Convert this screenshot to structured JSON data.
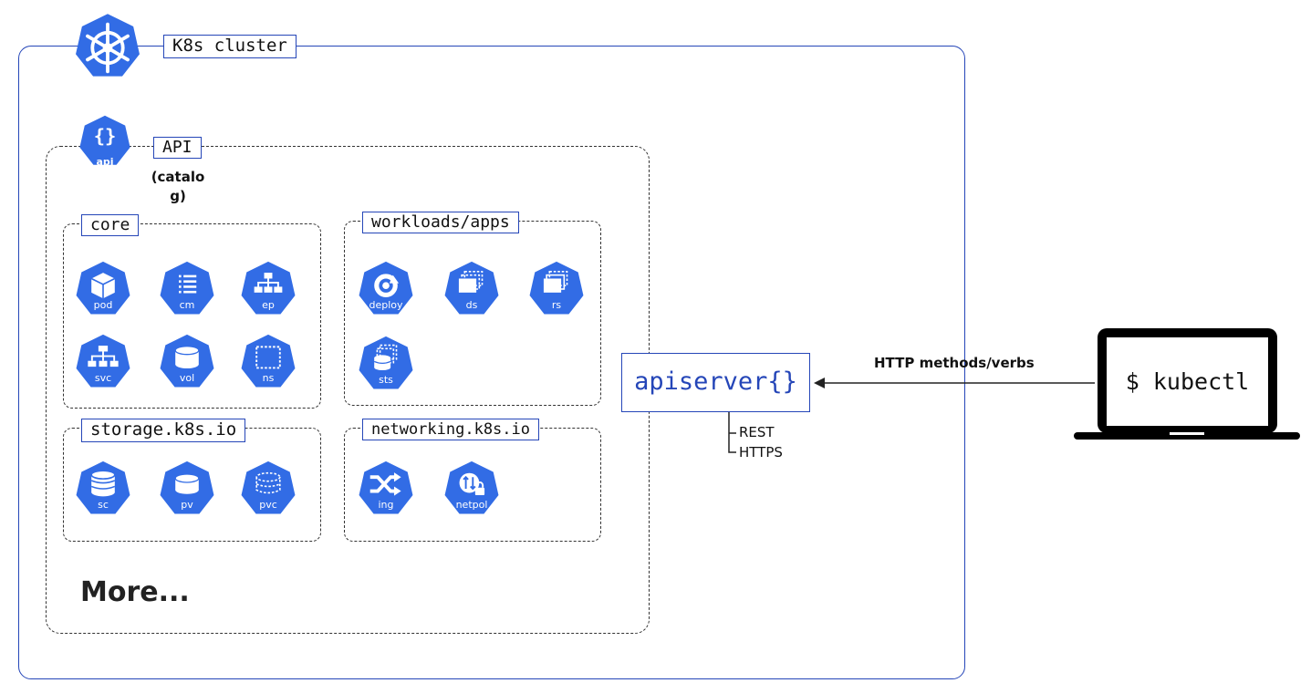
{
  "cluster": {
    "label": "K8s cluster"
  },
  "api": {
    "label": "API",
    "sublabel_line1": "(catalo",
    "sublabel_line2": "g)",
    "icon_text": "api"
  },
  "groups": {
    "core": {
      "label": "core",
      "items": [
        {
          "name": "pod-icon",
          "label": "pod"
        },
        {
          "name": "cm-icon",
          "label": "cm"
        },
        {
          "name": "ep-icon",
          "label": "ep"
        },
        {
          "name": "svc-icon",
          "label": "svc"
        },
        {
          "name": "vol-icon",
          "label": "vol"
        },
        {
          "name": "ns-icon",
          "label": "ns"
        }
      ]
    },
    "workloads": {
      "label": "workloads/apps",
      "items": [
        {
          "name": "deploy-icon",
          "label": "deploy"
        },
        {
          "name": "ds-icon",
          "label": "ds"
        },
        {
          "name": "rs-icon",
          "label": "rs"
        },
        {
          "name": "sts-icon",
          "label": "sts"
        }
      ]
    },
    "storage": {
      "label": "storage.k8s.io",
      "items": [
        {
          "name": "sc-icon",
          "label": "sc"
        },
        {
          "name": "pv-icon",
          "label": "pv"
        },
        {
          "name": "pvc-icon",
          "label": "pvc"
        }
      ]
    },
    "networking": {
      "label": "networking.k8s.io",
      "items": [
        {
          "name": "ing-icon",
          "label": "ing"
        },
        {
          "name": "netpol-icon",
          "label": "netpol"
        }
      ]
    }
  },
  "more": "More...",
  "apiserver": {
    "label": "apiserver{}",
    "protocols": [
      "REST",
      "HTTPS"
    ]
  },
  "connection": {
    "label": "HTTP methods/verbs"
  },
  "client": {
    "label": "$ kubectl"
  },
  "colors": {
    "accent": "#326ce5",
    "border": "#2546b8"
  }
}
